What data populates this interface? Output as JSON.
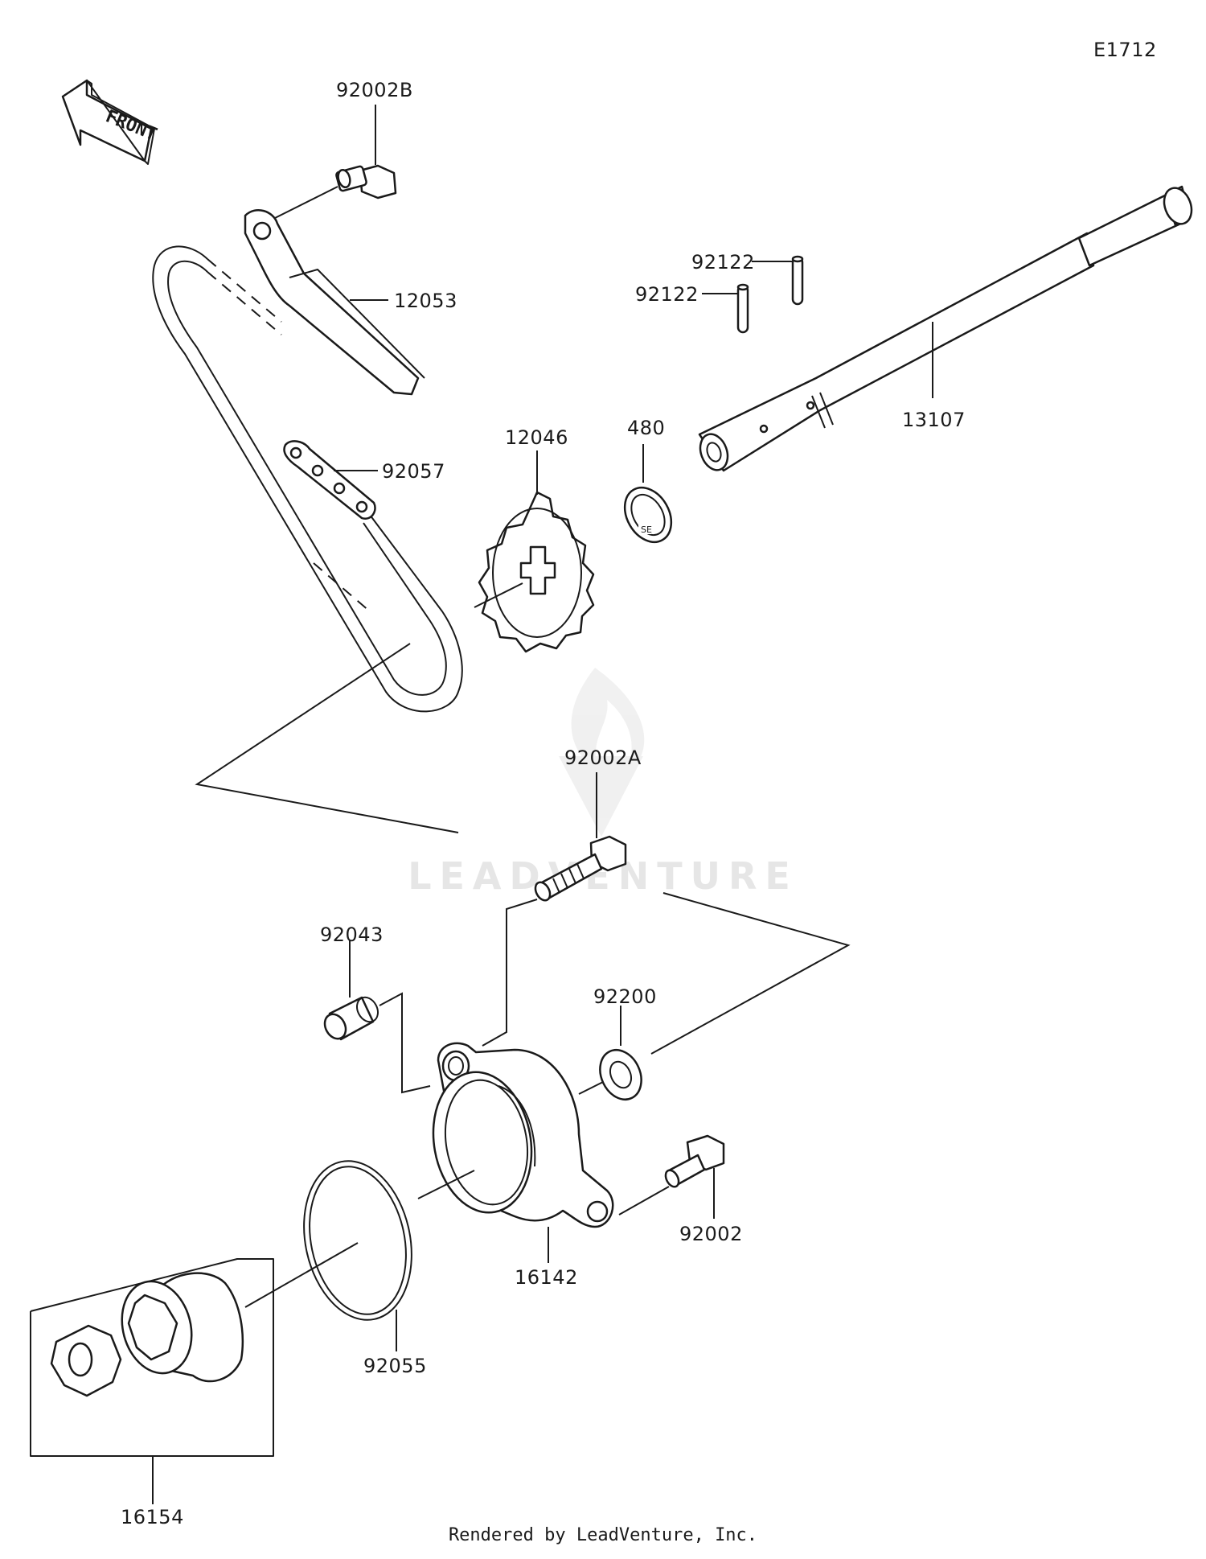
{
  "diagram_code": "E1712",
  "front_arrow_text": "FRONT",
  "watermark": "LEADVENTURE",
  "footer": "Rendered by LeadVenture, Inc.",
  "callouts": {
    "p92002B": "92002B",
    "p12053": "12053",
    "p92122a": "92122",
    "p92122b": "92122",
    "p13107": "13107",
    "p480": "480",
    "p12046": "12046",
    "p92057": "92057",
    "p92002A": "92002A",
    "p92043": "92043",
    "p92200": "92200",
    "p92002": "92002",
    "p16142": "16142",
    "p92055": "92055",
    "p16154": "16154"
  }
}
